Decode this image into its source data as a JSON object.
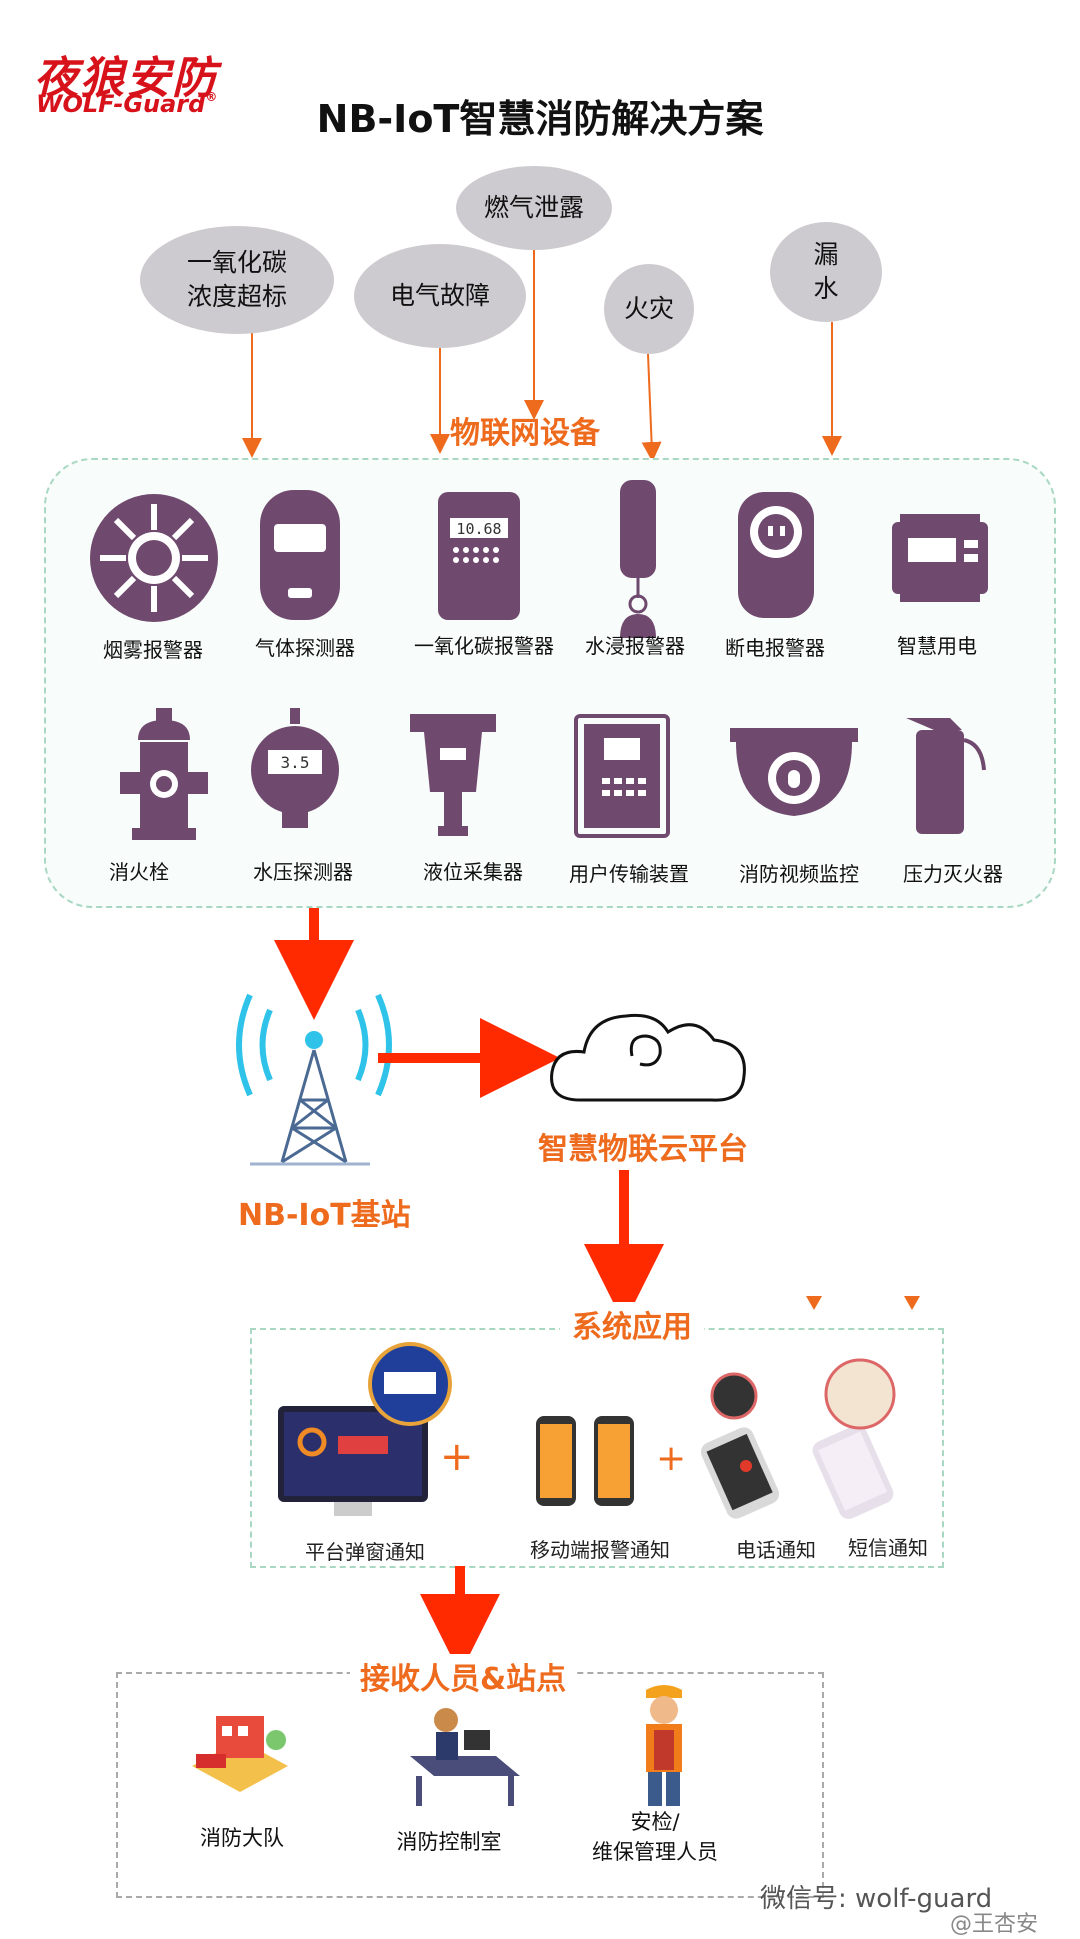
{
  "header": {
    "logo_cn": "夜狼安防",
    "logo_en": "WOLF-Guard",
    "logo_reg": "®",
    "title": "NB-IoT智慧消防解决方案"
  },
  "hazards": [
    {
      "label": "一氧化碳\n浓度超标"
    },
    {
      "label": "电气故障"
    },
    {
      "label": "燃气泄露"
    },
    {
      "label": "火灾"
    },
    {
      "label": "漏\n水"
    }
  ],
  "iot_section": {
    "label": "物联网设备"
  },
  "devices_row1": [
    {
      "label": "烟雾报警器",
      "icon": "smoke-detector-icon"
    },
    {
      "label": "气体探测器",
      "icon": "gas-detector-icon"
    },
    {
      "label": "一氧化碳报警器",
      "icon": "co-alarm-icon",
      "reading": "10.68"
    },
    {
      "label": "水浸报警器",
      "icon": "water-leak-sensor-icon"
    },
    {
      "label": "断电报警器",
      "icon": "power-outage-alarm-icon"
    },
    {
      "label": "智慧用电",
      "icon": "smart-electric-icon"
    }
  ],
  "devices_row2": [
    {
      "label": "消火栓",
      "icon": "fire-hydrant-icon"
    },
    {
      "label": "水压探测器",
      "icon": "water-pressure-gauge-icon",
      "reading": "3.5"
    },
    {
      "label": "液位采集器",
      "icon": "level-sensor-icon"
    },
    {
      "label": "用户传输装置",
      "icon": "transmission-device-icon"
    },
    {
      "label": "消防视频监控",
      "icon": "dome-camera-icon"
    },
    {
      "label": "压力灭火器",
      "icon": "fire-extinguisher-icon"
    }
  ],
  "network": {
    "base_station_label": "NB-IoT基站",
    "cloud_label": "智慧物联云平台"
  },
  "apps": {
    "section_label": "系统应用",
    "items": [
      {
        "label": "平台弹窗通知",
        "icon": "monitor-popup-icon"
      },
      {
        "label": "移动端报警通知",
        "icon": "mobile-app-icon"
      },
      {
        "label": "电话通知",
        "icon": "phone-call-icon"
      },
      {
        "label": "短信通知",
        "icon": "sms-icon"
      }
    ]
  },
  "receivers": {
    "section_label": "接收人员&站点",
    "items": [
      {
        "label": "消防大队",
        "icon": "fire-brigade-icon"
      },
      {
        "label": "消防控制室",
        "icon": "control-room-icon"
      },
      {
        "label": "安检/\n维保管理人员",
        "icon": "maintenance-worker-icon"
      }
    ]
  },
  "footer": {
    "wechat": "微信号: wolf-guard",
    "watermark": "@王杏安"
  },
  "colors": {
    "brand_red": "#d7121a",
    "accent_orange": "#ee6a1c",
    "arrow_red": "#ff2a00",
    "device_purple": "#6f4a6e",
    "bubble_gray": "#cdcbcf"
  }
}
